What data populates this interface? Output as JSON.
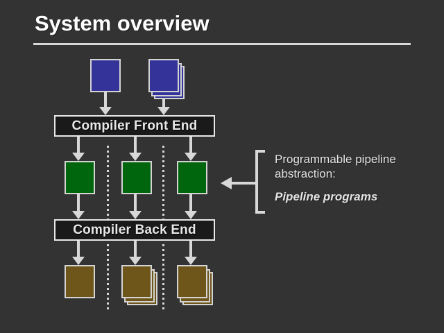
{
  "slide": {
    "title": "System overview",
    "background_color": "#333333",
    "title_color": "#ffffff",
    "rule_color": "#d8d8d8"
  },
  "palette": {
    "blue": "#333399",
    "green": "#00660d",
    "brown": "#6e551a",
    "outline": "#d4d4d4",
    "arrow": "#d8d8d8",
    "bar_fill": "#1a1a1a",
    "text": "#e8e8e8"
  },
  "stages": {
    "front_end": {
      "label": "Compiler Front End"
    },
    "back_end": {
      "label": "Compiler Back End"
    }
  },
  "inputs": [
    {
      "name": "input-single",
      "stacked": false,
      "color": "#333399"
    },
    {
      "name": "input-stack",
      "stacked": true,
      "color": "#333399"
    }
  ],
  "pipeline_programs": [
    {
      "name": "pipeline-program-1",
      "stacked": false,
      "color": "#00660d"
    },
    {
      "name": "pipeline-program-2",
      "stacked": false,
      "color": "#00660d"
    },
    {
      "name": "pipeline-program-3",
      "stacked": false,
      "color": "#00660d"
    }
  ],
  "outputs": [
    {
      "name": "output-1",
      "stacked": false,
      "color": "#6e551a"
    },
    {
      "name": "output-2",
      "stacked": true,
      "color": "#6e551a"
    },
    {
      "name": "output-3",
      "stacked": true,
      "color": "#6e551a"
    }
  ],
  "annotation": {
    "line1": "Programmable pipeline abstraction:",
    "line2": "Pipeline programs"
  }
}
